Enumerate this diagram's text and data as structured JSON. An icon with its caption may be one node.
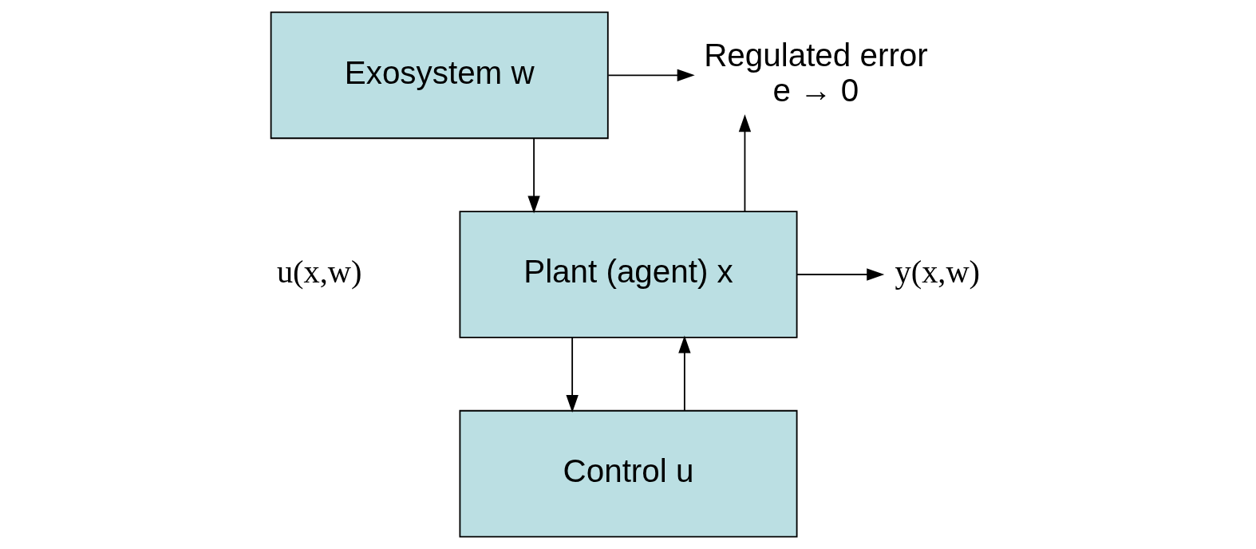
{
  "diagram": {
    "nodes": [
      {
        "text": [
          "Exosystem w"
        ]
      },
      {
        "text": [
          "Plant (agent) x"
        ]
      },
      {
        "text": [
          "Control u"
        ]
      },
      {
        "text": [
          "Regulated error",
          "e → 0"
        ]
      },
      {
        "text": [
          "y(x,w)"
        ]
      }
    ],
    "edges": [
      {
        "from": 0,
        "to": 1,
        "arrow": "to"
      },
      {
        "from": 0,
        "to": 3,
        "arrow": "to"
      },
      {
        "from": 1,
        "to": 3,
        "arrow": "to"
      },
      {
        "from": 1,
        "to": 4,
        "arrow": "to"
      },
      {
        "from": 1,
        "to": 2,
        "arrow": "to"
      },
      {
        "from": 2,
        "to": 1,
        "arrow": "to"
      }
    ],
    "labels": [
      "u(x,w)"
    ]
  }
}
